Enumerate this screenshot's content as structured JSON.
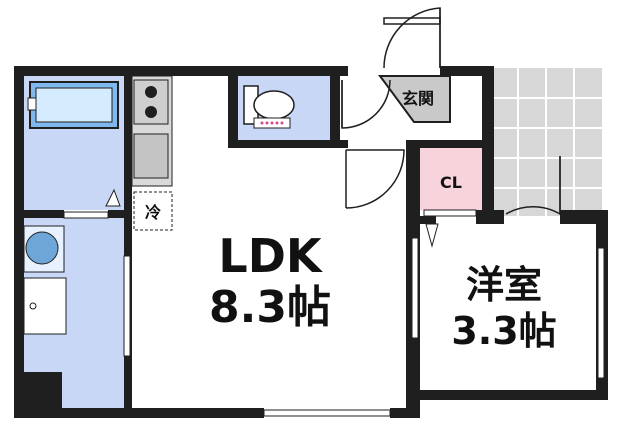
{
  "rooms": {
    "ldk": {
      "name": "LDK",
      "size": "8.3帖"
    },
    "western_room": {
      "name": "洋室",
      "size": "3.3帖"
    },
    "closet": {
      "label": "CL"
    },
    "entrance": {
      "label": "玄関"
    },
    "fridge": {
      "label": "冷"
    }
  },
  "colors": {
    "wall": "#1f1f1f",
    "wet_area": "#c9d7f7",
    "closet": "#f7d3dc",
    "entrance_floor": "#c9c9c9",
    "balcony_tile": "#d7d7d7",
    "kitchen": "#d9d9d9"
  }
}
